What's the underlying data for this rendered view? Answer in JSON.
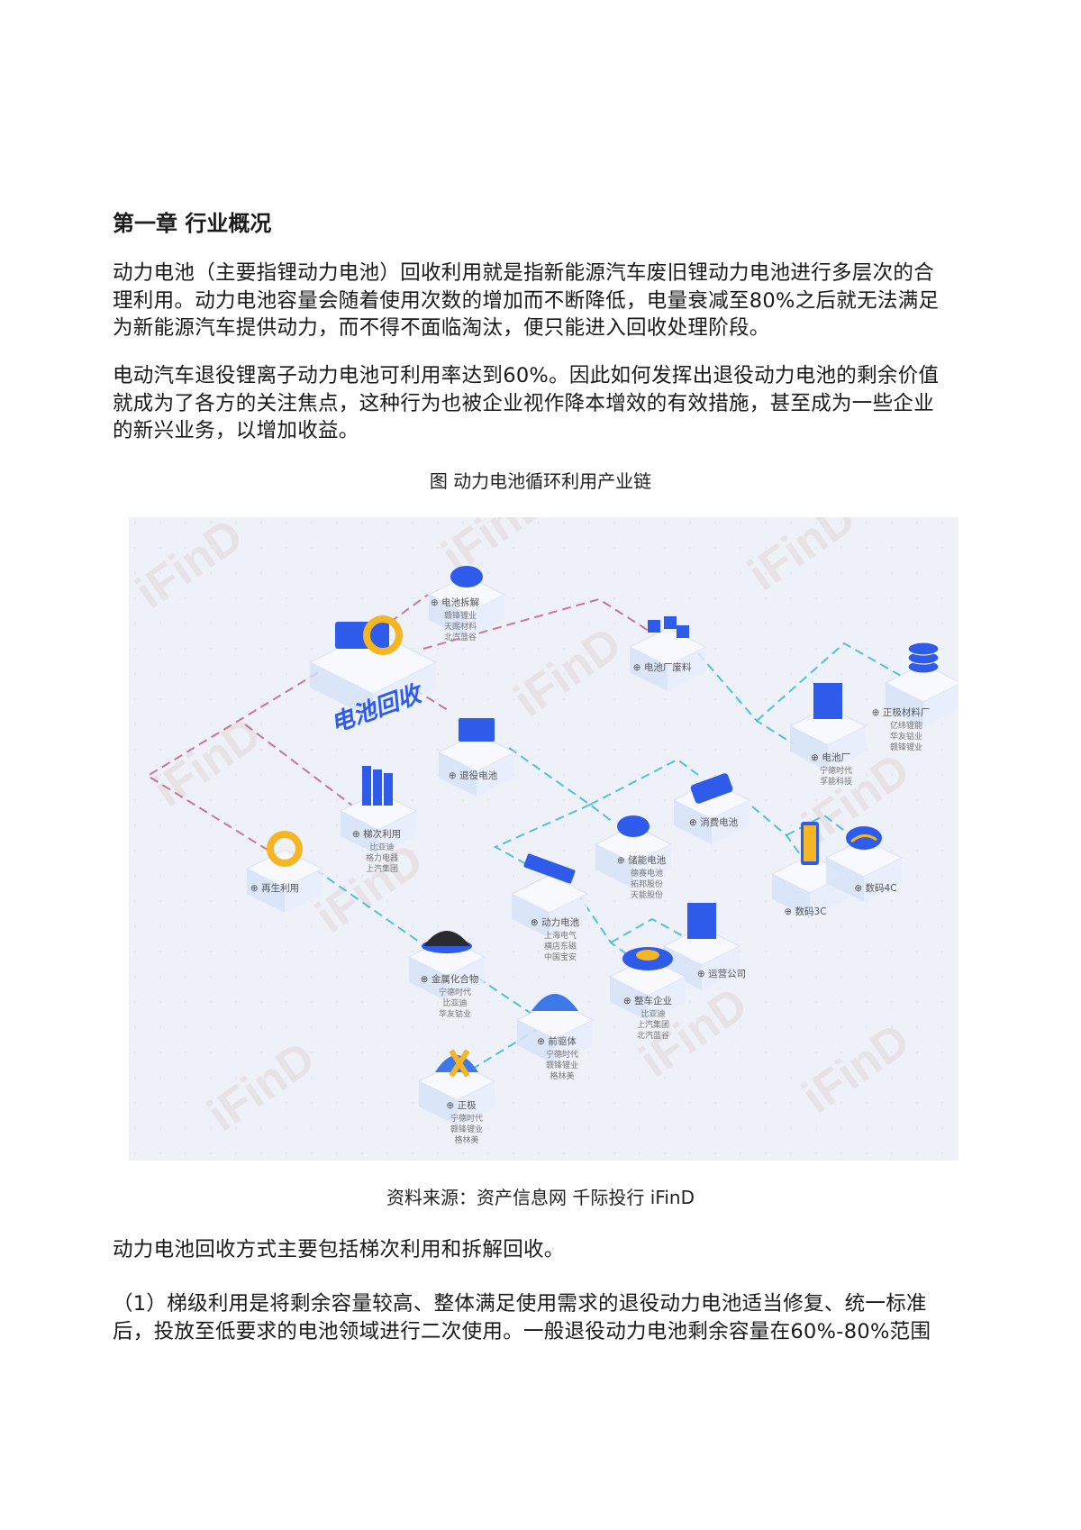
{
  "heading": "第一章 行业概况",
  "paragraph1": [
    "动力电池（主要指锂动力电池）回收利用就是指新能源汽车废旧锂动力电池进行多层次的合",
    "理利用。动力电池容量会随着使用次数的增加而不断降低，电量衰减至80%之后就无法满足",
    "为新能源汽车提供动力，而不得不面临淘汰，便只能进入回收处理阶段。"
  ],
  "paragraph2": [
    "电动汽车退役锂离子动力电池可利用率达到60%。因此如何发挥出退役动力电池的剩余价值",
    "就成为了各方的关注焦点，这种行为也被企业视作降本增效的有效措施，甚至成为一些企业",
    "的新兴业务，以增加收益。"
  ],
  "figure_caption": "图 动力电池循环利用产业链",
  "diagram": {
    "center_label": "电池回收",
    "watermark": "iFinD",
    "nodes": [
      {
        "label": "电池拆解",
        "companies": [
          "赣锋锂业",
          "天赐材料",
          "北汽蓝谷"
        ]
      },
      {
        "label": "电池厂废料",
        "companies": []
      },
      {
        "label": "正极材料厂",
        "companies": [
          "亿纬锂能",
          "华友钴业",
          "赣锋锂业"
        ]
      },
      {
        "label": "电池厂",
        "companies": [
          "宁德时代",
          "孚能科技"
        ]
      },
      {
        "label": "退役电池",
        "companies": []
      },
      {
        "label": "梯次利用",
        "companies": [
          "比亚迪",
          "格力电器",
          "上汽集团"
        ]
      },
      {
        "label": "再生利用",
        "companies": []
      },
      {
        "label": "消费电池",
        "companies": []
      },
      {
        "label": "储能电池",
        "companies": [
          "德赛电池",
          "拓邦股份",
          "天能股份"
        ]
      },
      {
        "label": "动力电池",
        "companies": [
          "上海电气",
          "横店东磁",
          "中国宝安"
        ]
      },
      {
        "label": "数码3C",
        "companies": []
      },
      {
        "label": "数码4C",
        "companies": []
      },
      {
        "label": "运营公司",
        "companies": []
      },
      {
        "label": "整车企业",
        "companies": [
          "比亚迪",
          "上汽集团",
          "北汽蓝谷"
        ]
      },
      {
        "label": "金属化合物",
        "companies": [
          "宁德时代",
          "比亚迪",
          "华友钴业"
        ]
      },
      {
        "label": "前驱体",
        "companies": [
          "宁德时代",
          "赣锋锂业",
          "格林美"
        ]
      },
      {
        "label": "正极",
        "companies": [
          "宁德时代",
          "赣锋锂业",
          "格林美"
        ]
      }
    ],
    "colors": {
      "primary": "#2f5bea",
      "accent": "#f5b623",
      "line_warm": "#c0608a",
      "line_cool": "#36b7d6",
      "background": "#eef1f8"
    }
  },
  "source": "资料来源：资产信息网 千际投行 iFinD",
  "paragraph3": [
    "动力电池回收方式主要包括梯次利用和拆解回收。"
  ],
  "paragraph4": [
    "（1）梯级利用是将剩余容量较高、整体满足使用需求的退役动力电池适当修复、统一标准",
    "后，投放至低要求的电池领域进行二次使用。一般退役动力电池剩余容量在60%-80%范围"
  ]
}
